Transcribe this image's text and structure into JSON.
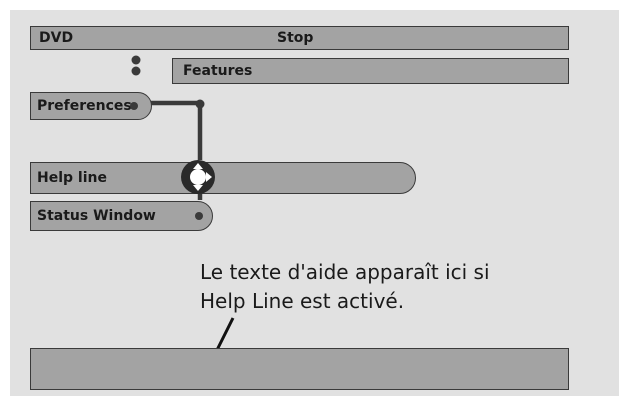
{
  "top_bar": {
    "left_label": "DVD",
    "center_label": "Stop"
  },
  "menu": {
    "features": "Features",
    "preferences": "Preferences",
    "help_line": "Help line",
    "status_window": "Status Window"
  },
  "help_note": {
    "line1": "Le texte d'aide apparaît ici si",
    "line2": "Help Line est activé."
  },
  "help_line_bar": {
    "text": ""
  },
  "colors": {
    "screen": "#e1e1e1",
    "bar": "#a3a3a3",
    "border": "#3a3a3a",
    "connector": "#3a3a3a"
  },
  "icons": {
    "navigator": "navigator-cursor-icon",
    "arrow": "arrow-down-left-icon"
  }
}
